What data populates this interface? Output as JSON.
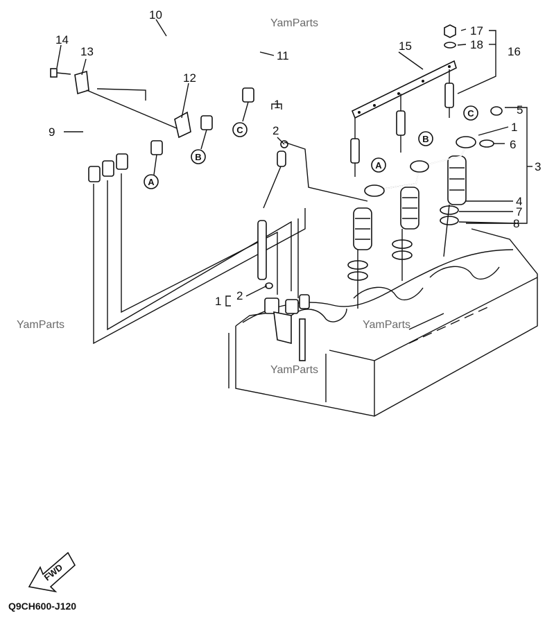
{
  "watermarks": [
    "YamParts",
    "YamParts",
    "YamParts",
    "YamParts"
  ],
  "callouts": {
    "c14": "14",
    "c13": "13",
    "c10": "10",
    "c12": "12",
    "c11": "11",
    "c9": "9",
    "c1a": "1",
    "c2a": "2",
    "c1b": "1",
    "c2b": "2",
    "c15": "15",
    "c17": "17",
    "c18": "18",
    "c16": "16",
    "c5": "5",
    "c1c": "1",
    "c6": "6",
    "c3": "3",
    "c4": "4",
    "c7": "7",
    "c8": "8"
  },
  "reference_marks": {
    "a1": "A",
    "b1": "B",
    "c1": "C",
    "a2": "A",
    "b2": "B",
    "c2": "C"
  },
  "fwd_label": "FWD",
  "diagram_code": "Q9CH600-J120"
}
